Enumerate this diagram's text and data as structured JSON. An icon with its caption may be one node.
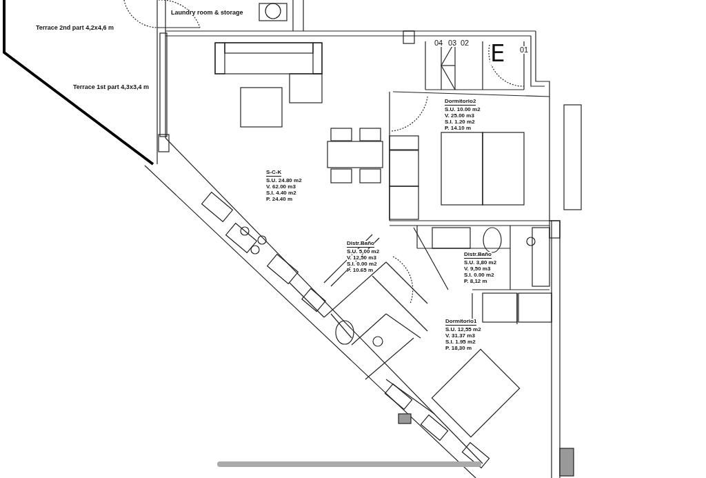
{
  "diagram": {
    "labels": [
      "Laundry room & storage",
      "Terrace 2nd part 4,2x4,6 m",
      "04",
      "03",
      "02",
      "E",
      "01",
      "Terrace 1st part 4,3x3,4 m",
      "Dormitorio2",
      "S.U. 10.00 m2",
      "V. 25.00 m3",
      "S.I. 1.20 m2",
      "P. 14.10 m",
      "S-C-K",
      "S.U. 24.80 m2",
      "V. 62.00 m3",
      "S.I. 4.40 m2",
      "P. 24.40 m",
      "Distr.Baño",
      "S.U. 5,00 m2",
      "V. 12,50 m3",
      "S.I. 0.00 m2",
      "P. 10.65 m",
      "Distr.Baño",
      "S.U. 3,80 m2",
      "V. 9,50 m3",
      "S.I. 0.00 m2",
      "P. 8,12 m",
      "Dormitorio1",
      "S.U. 12,55 m2",
      "V. 31.37 m3",
      "S.I. 1.95 m2",
      "P. 18,30 m"
    ]
  }
}
